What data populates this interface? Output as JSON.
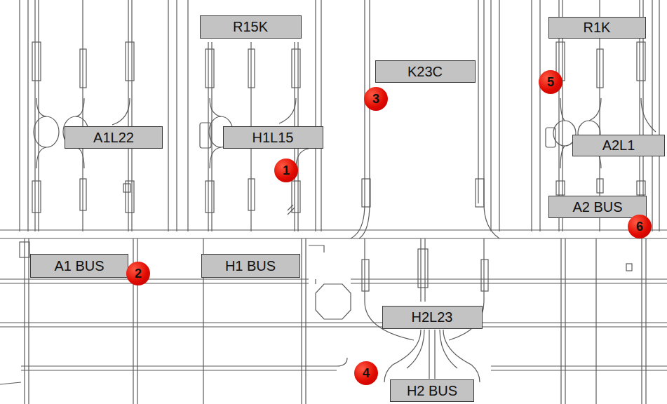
{
  "diagram": {
    "nodes": [
      {
        "text": [
          "R15K"
        ]
      },
      {
        "text": [
          "R1K"
        ]
      },
      {
        "text": [
          "K23C"
        ]
      },
      {
        "text": [
          "A1L22"
        ]
      },
      {
        "text": [
          "H1L15"
        ]
      },
      {
        "text": [
          "A2L1"
        ]
      },
      {
        "text": [
          "A2 BUS"
        ]
      },
      {
        "text": [
          "A1 BUS"
        ]
      },
      {
        "text": [
          "H1 BUS"
        ]
      },
      {
        "text": [
          "H2L23"
        ]
      },
      {
        "text": [
          "H2 BUS"
        ]
      }
    ],
    "labels": [
      "5",
      "3",
      "1",
      "6",
      "2",
      "4"
    ]
  }
}
